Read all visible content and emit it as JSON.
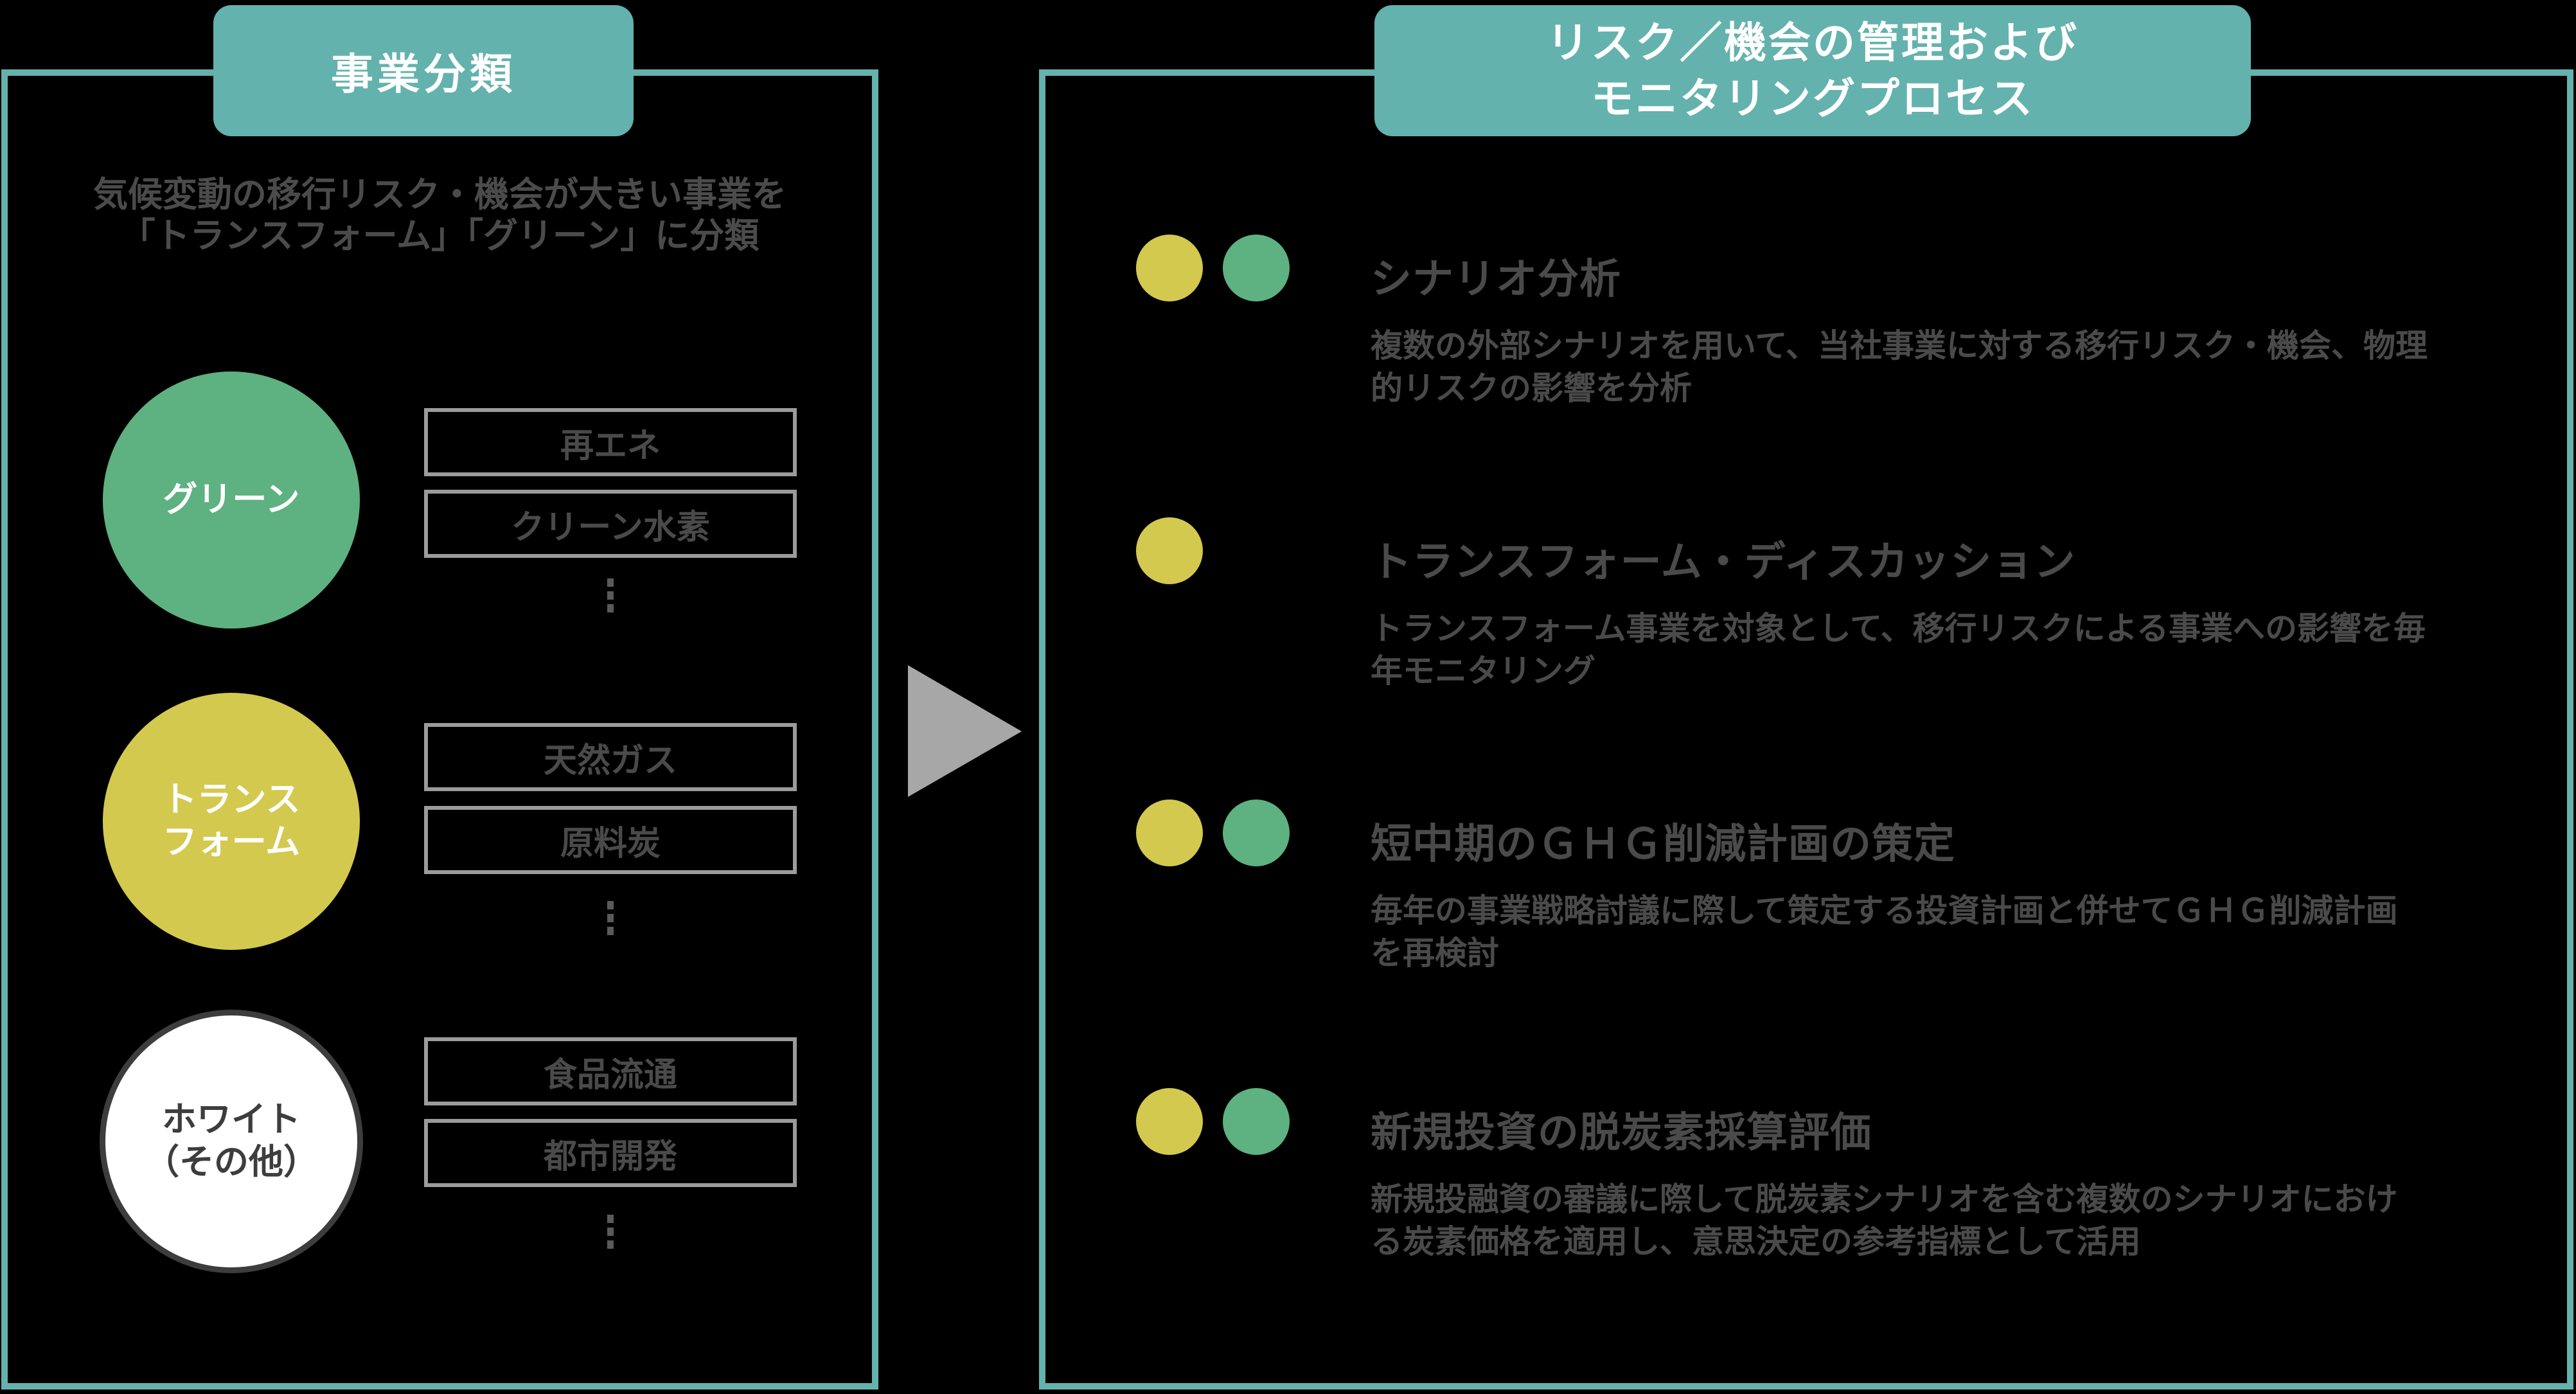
{
  "left_panel": {
    "header": "事業分類",
    "description": "気候変動の移行リスク・機会が大きい事業を\n「トランスフォーム」「グリーン」に分類",
    "categories": [
      {
        "label": "グリーン",
        "circle_color": "#5EB180",
        "items": [
          "再エネ",
          "クリーン水素"
        ]
      },
      {
        "label": "トランス\nフォーム",
        "circle_color": "#D4C94F",
        "items": [
          "天然ガス",
          "原料炭"
        ]
      },
      {
        "label": "ホワイト\n（その他）",
        "circle_color": "#FFFFFF",
        "items": [
          "食品流通",
          "都市開発"
        ]
      }
    ]
  },
  "right_panel": {
    "header": "リスク／機会の管理および\nモニタリングプロセス",
    "processes": [
      {
        "dots": [
          "yellow",
          "green"
        ],
        "title": "シナリオ分析",
        "description": "複数の外部シナリオを用いて、当社事業に対する移行リスク・機会、物理\n的リスクの影響を分析"
      },
      {
        "dots": [
          "yellow"
        ],
        "title": "トランスフォーム・ディスカッション",
        "description": "トランスフォーム事業を対象として、移行リスクによる事業への影響を毎\n年モニタリング"
      },
      {
        "dots": [
          "yellow",
          "green"
        ],
        "title": "短中期のＧＨＧ削減計画の策定",
        "description": "毎年の事業戦略討議に際して策定する投資計画と併せてＧＨＧ削減計画\nを再検討"
      },
      {
        "dots": [
          "yellow",
          "green"
        ],
        "title": "新規投資の脱炭素採算評価",
        "description": "新規投融資の審議に際して脱炭素シナリオを含む複数のシナリオにおけ\nる炭素価格を適用し、意思決定の参考指標として活用"
      }
    ]
  },
  "colors": {
    "background": "#000000",
    "teal_accent": "#63B2AD",
    "green": "#5EB180",
    "yellow": "#D4C94F",
    "white_circle_border": "#3D3D3D",
    "box_border_gray": "#9B9B9B",
    "text_dark_gray": "#4A4A4A",
    "arrow_gray": "#A7A7A7"
  }
}
